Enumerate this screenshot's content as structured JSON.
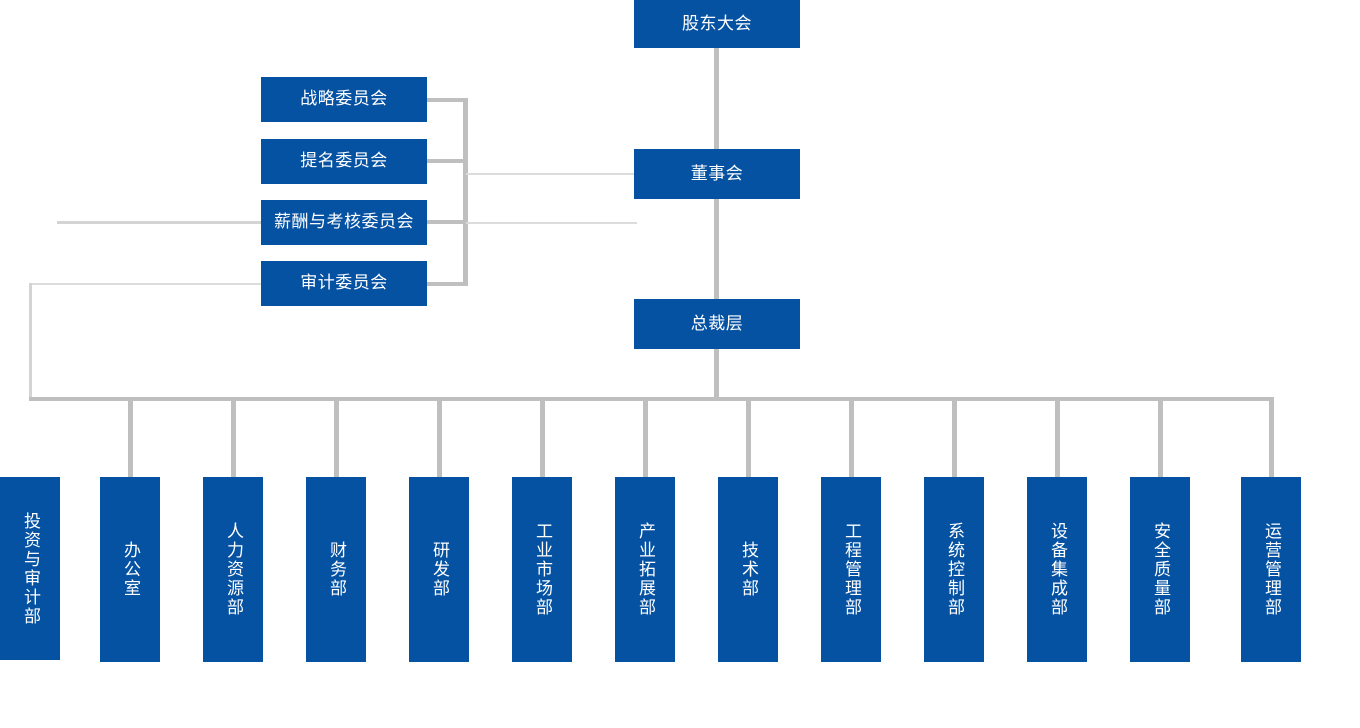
{
  "chart": {
    "type": "org-chart",
    "title": "",
    "accent_color": "#0552a3",
    "connector_color": "#bfbfbf",
    "background": "#ffffff",
    "text_color": "#ffffff"
  },
  "nodes": {
    "shareholders": {
      "label": "股东大会",
      "level": "top"
    },
    "board": {
      "label": "董事会",
      "level": "board"
    },
    "president": {
      "label": "总裁层",
      "level": "executive"
    }
  },
  "committees": [
    {
      "label": "战略委员会"
    },
    {
      "label": "提名委员会"
    },
    {
      "label": "薪酬与考核委员会"
    },
    {
      "label": "审计委员会"
    }
  ],
  "departments": [
    {
      "label": "投资与审计部"
    },
    {
      "label": "办公室"
    },
    {
      "label": "人力资源部"
    },
    {
      "label": "财务部"
    },
    {
      "label": "研发部"
    },
    {
      "label": "工业市场部"
    },
    {
      "label": "产业拓展部"
    },
    {
      "label": "技术部"
    },
    {
      "label": "工程管理部"
    },
    {
      "label": "系统控制部"
    },
    {
      "label": "设备集成部"
    },
    {
      "label": "安全质量部"
    },
    {
      "label": "运营管理部"
    }
  ]
}
